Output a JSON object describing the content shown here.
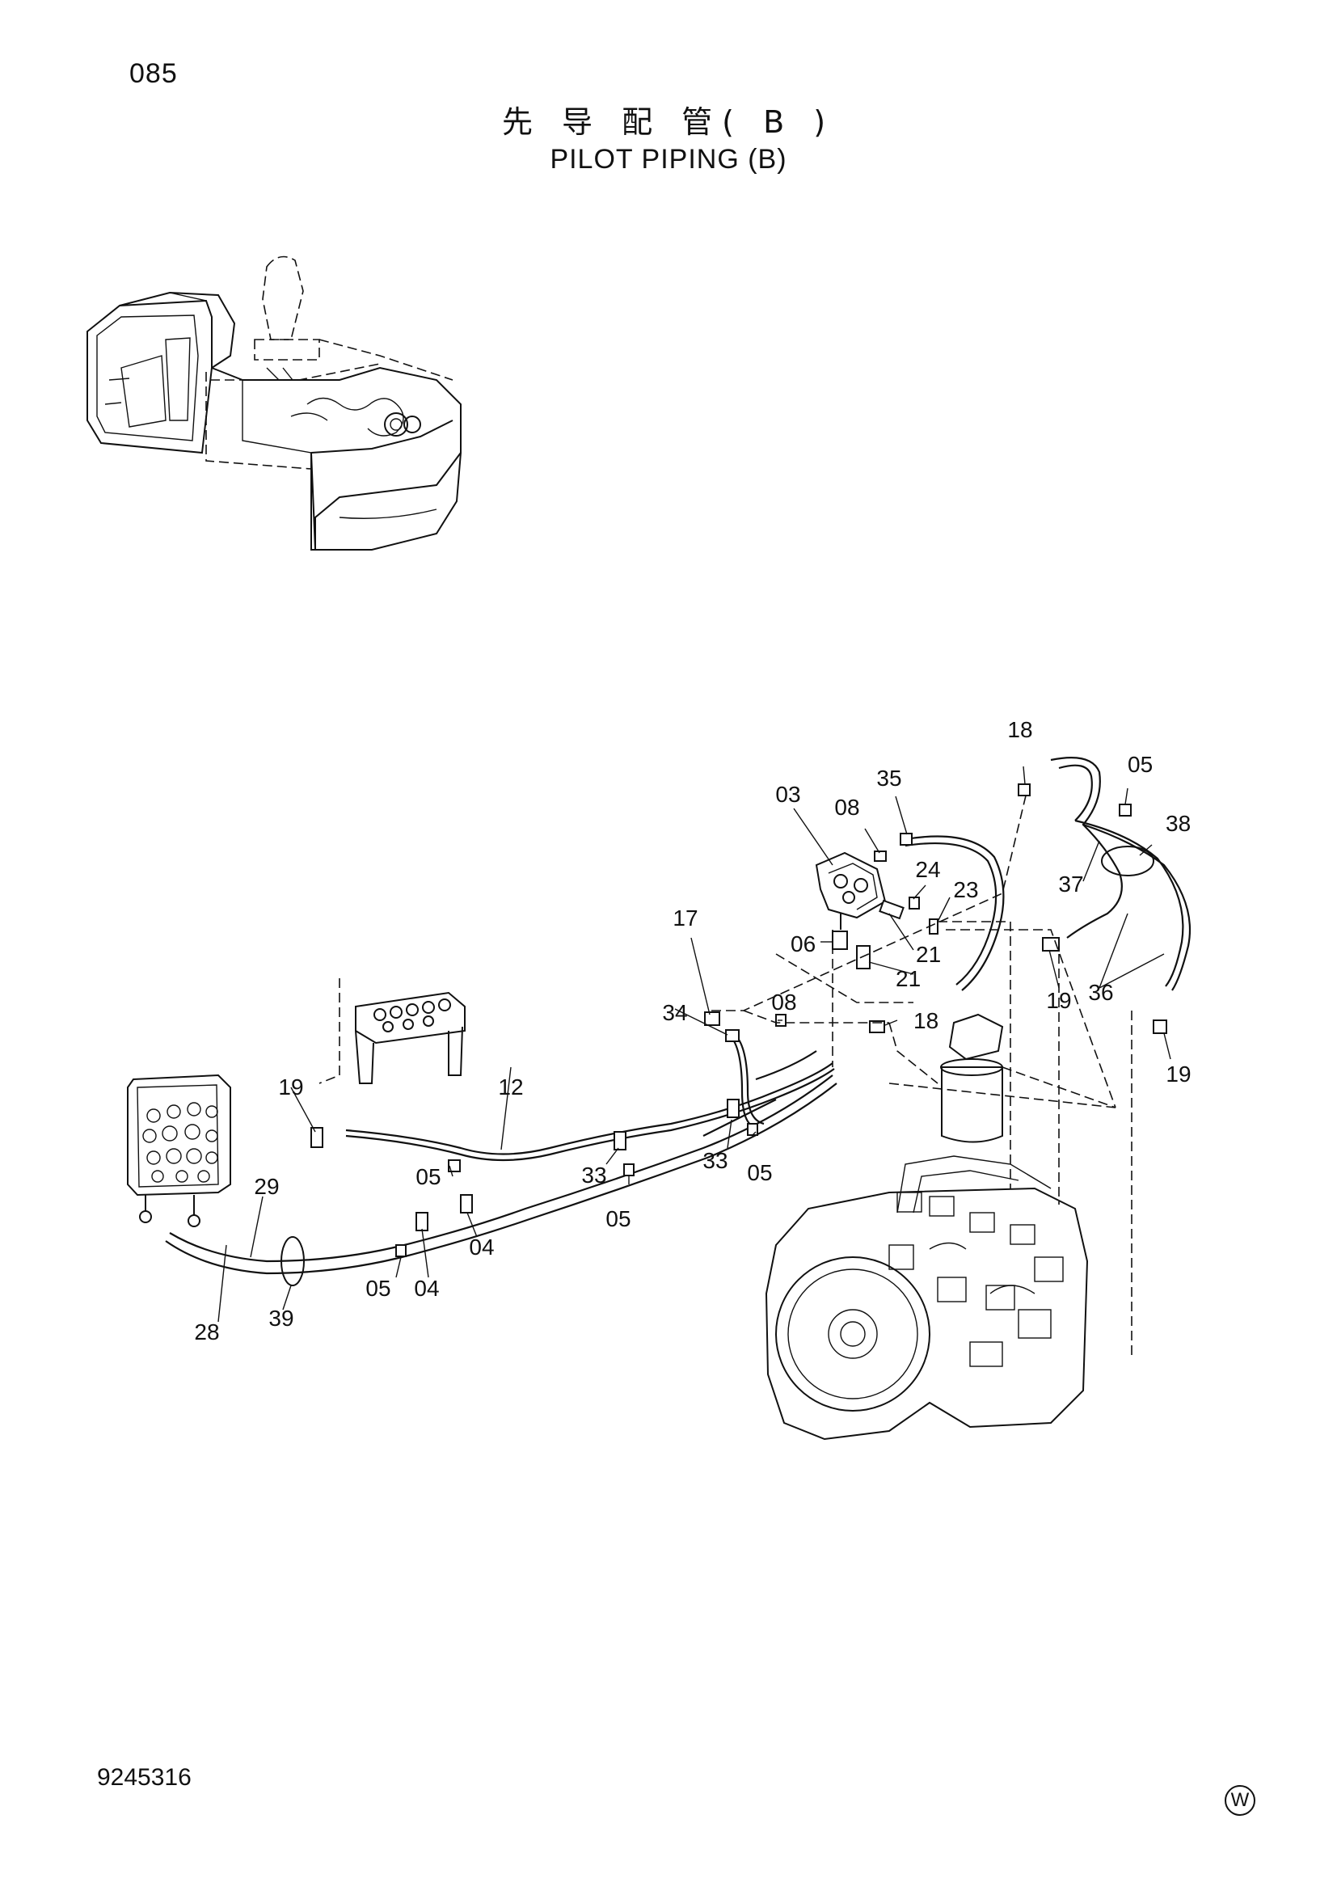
{
  "header": {
    "page_number": "085",
    "title_cn": "先 导 配 管( B )",
    "title_en": "PILOT PIPING (B)"
  },
  "footer": {
    "drawing_number": "9245316",
    "maker_mark": "W"
  },
  "callouts": [
    "18",
    "05",
    "35",
    "03",
    "08",
    "38",
    "24",
    "23",
    "37",
    "17",
    "06",
    "21",
    "21",
    "19",
    "36",
    "34",
    "08",
    "18",
    "19",
    "19",
    "12",
    "29",
    "05",
    "33",
    "33",
    "05",
    "05",
    "04",
    "05",
    "04",
    "28",
    "39"
  ]
}
